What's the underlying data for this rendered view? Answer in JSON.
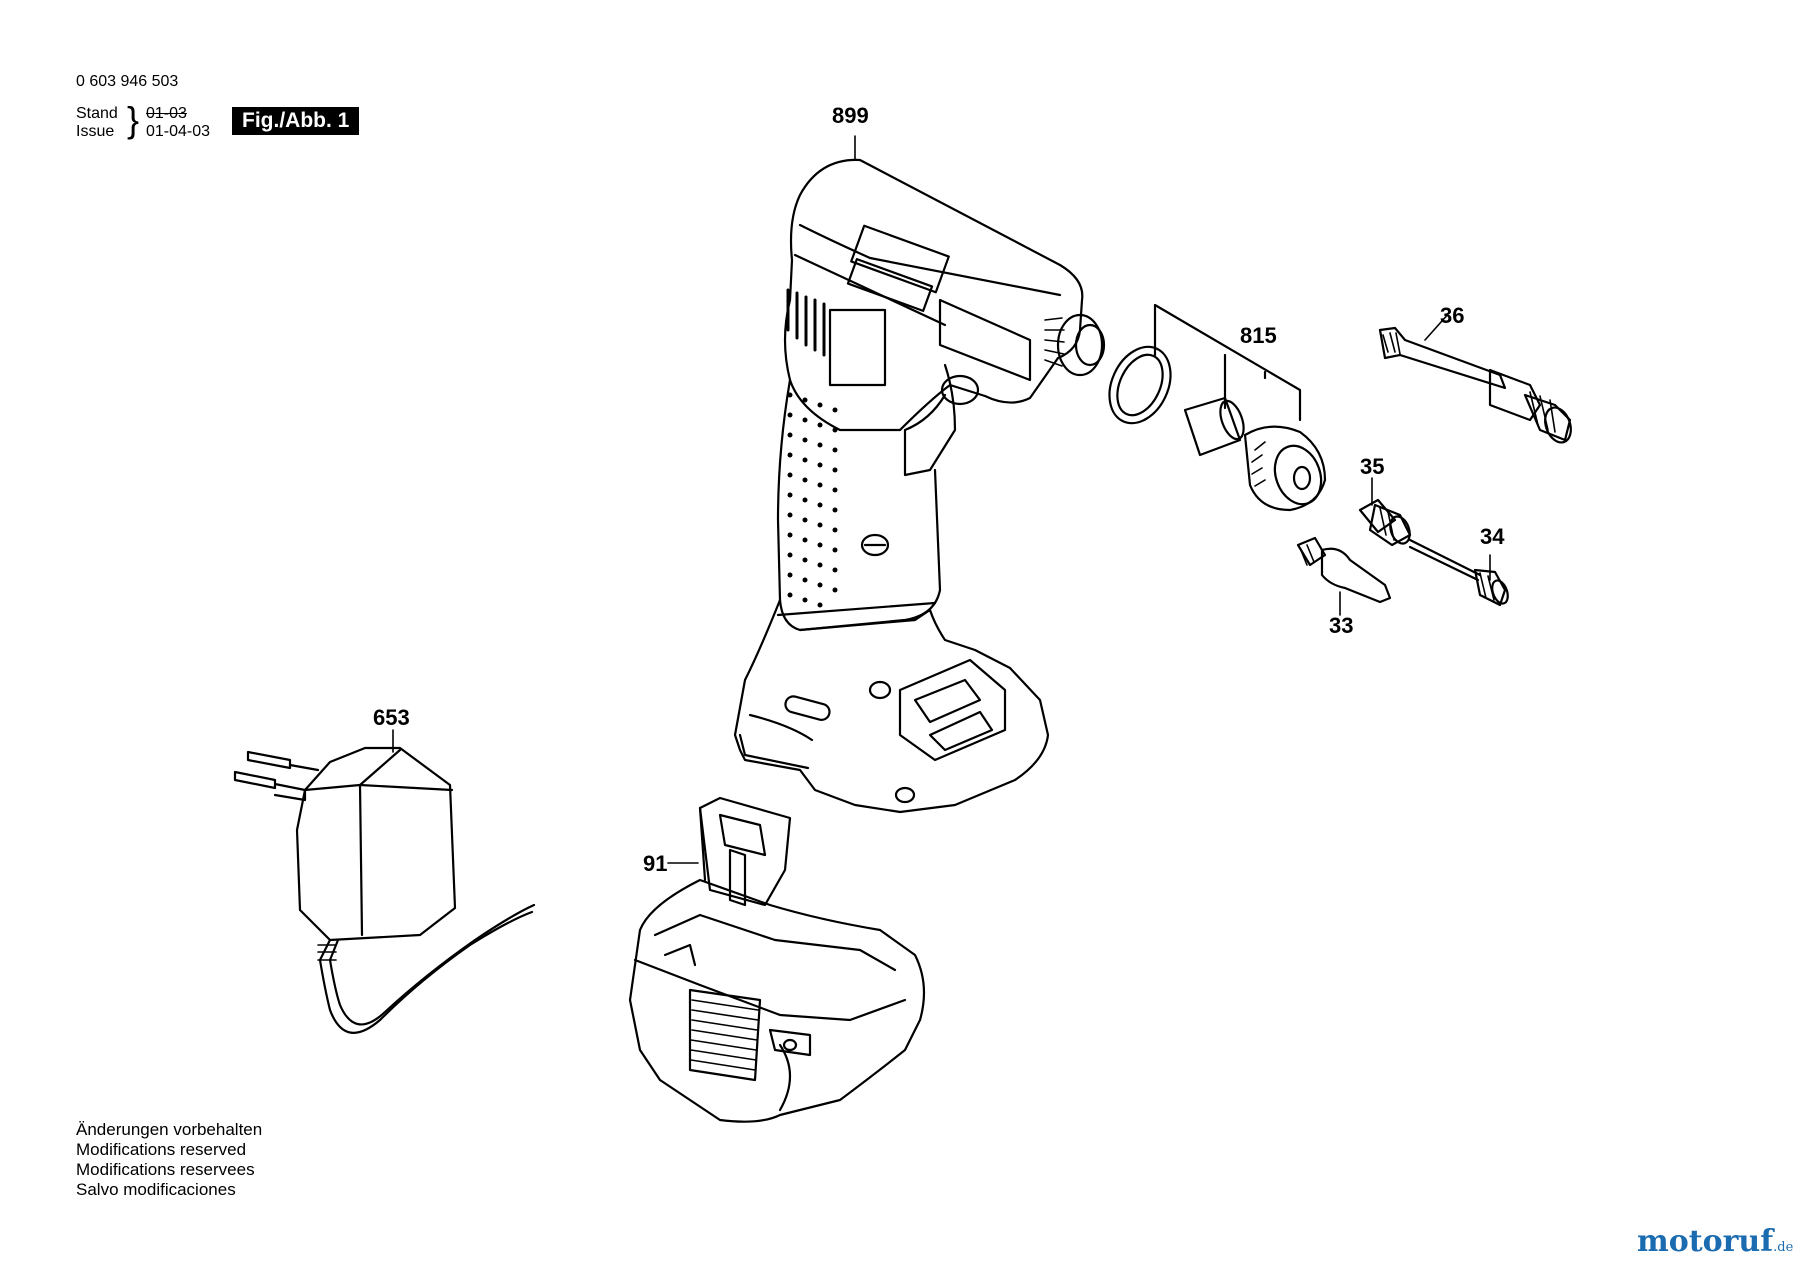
{
  "header": {
    "part_number": "0 603 946 503",
    "stand_label": "Stand",
    "issue_label": "Issue",
    "stand_date": "01-03",
    "issue_date": "01-04-03",
    "figure_label": "Fig./Abb. 1"
  },
  "parts": [
    {
      "id": "899",
      "name": "tool-housing"
    },
    {
      "id": "815",
      "name": "accessory-set"
    },
    {
      "id": "36",
      "name": "hose-adapter"
    },
    {
      "id": "35",
      "name": "valve-adapter"
    },
    {
      "id": "34",
      "name": "needle-adapter"
    },
    {
      "id": "33",
      "name": "cone-nozzle"
    },
    {
      "id": "653",
      "name": "charger"
    },
    {
      "id": "91",
      "name": "battery-pack"
    }
  ],
  "notes": [
    "Änderungen vorbehalten",
    "Modifications reserved",
    "Modifications reservees",
    "Salvo modificaciones"
  ],
  "watermark": {
    "main": "motoruf",
    "suffix": ".de",
    "colors": [
      "#1a6bb0",
      "#6aa82a"
    ]
  }
}
